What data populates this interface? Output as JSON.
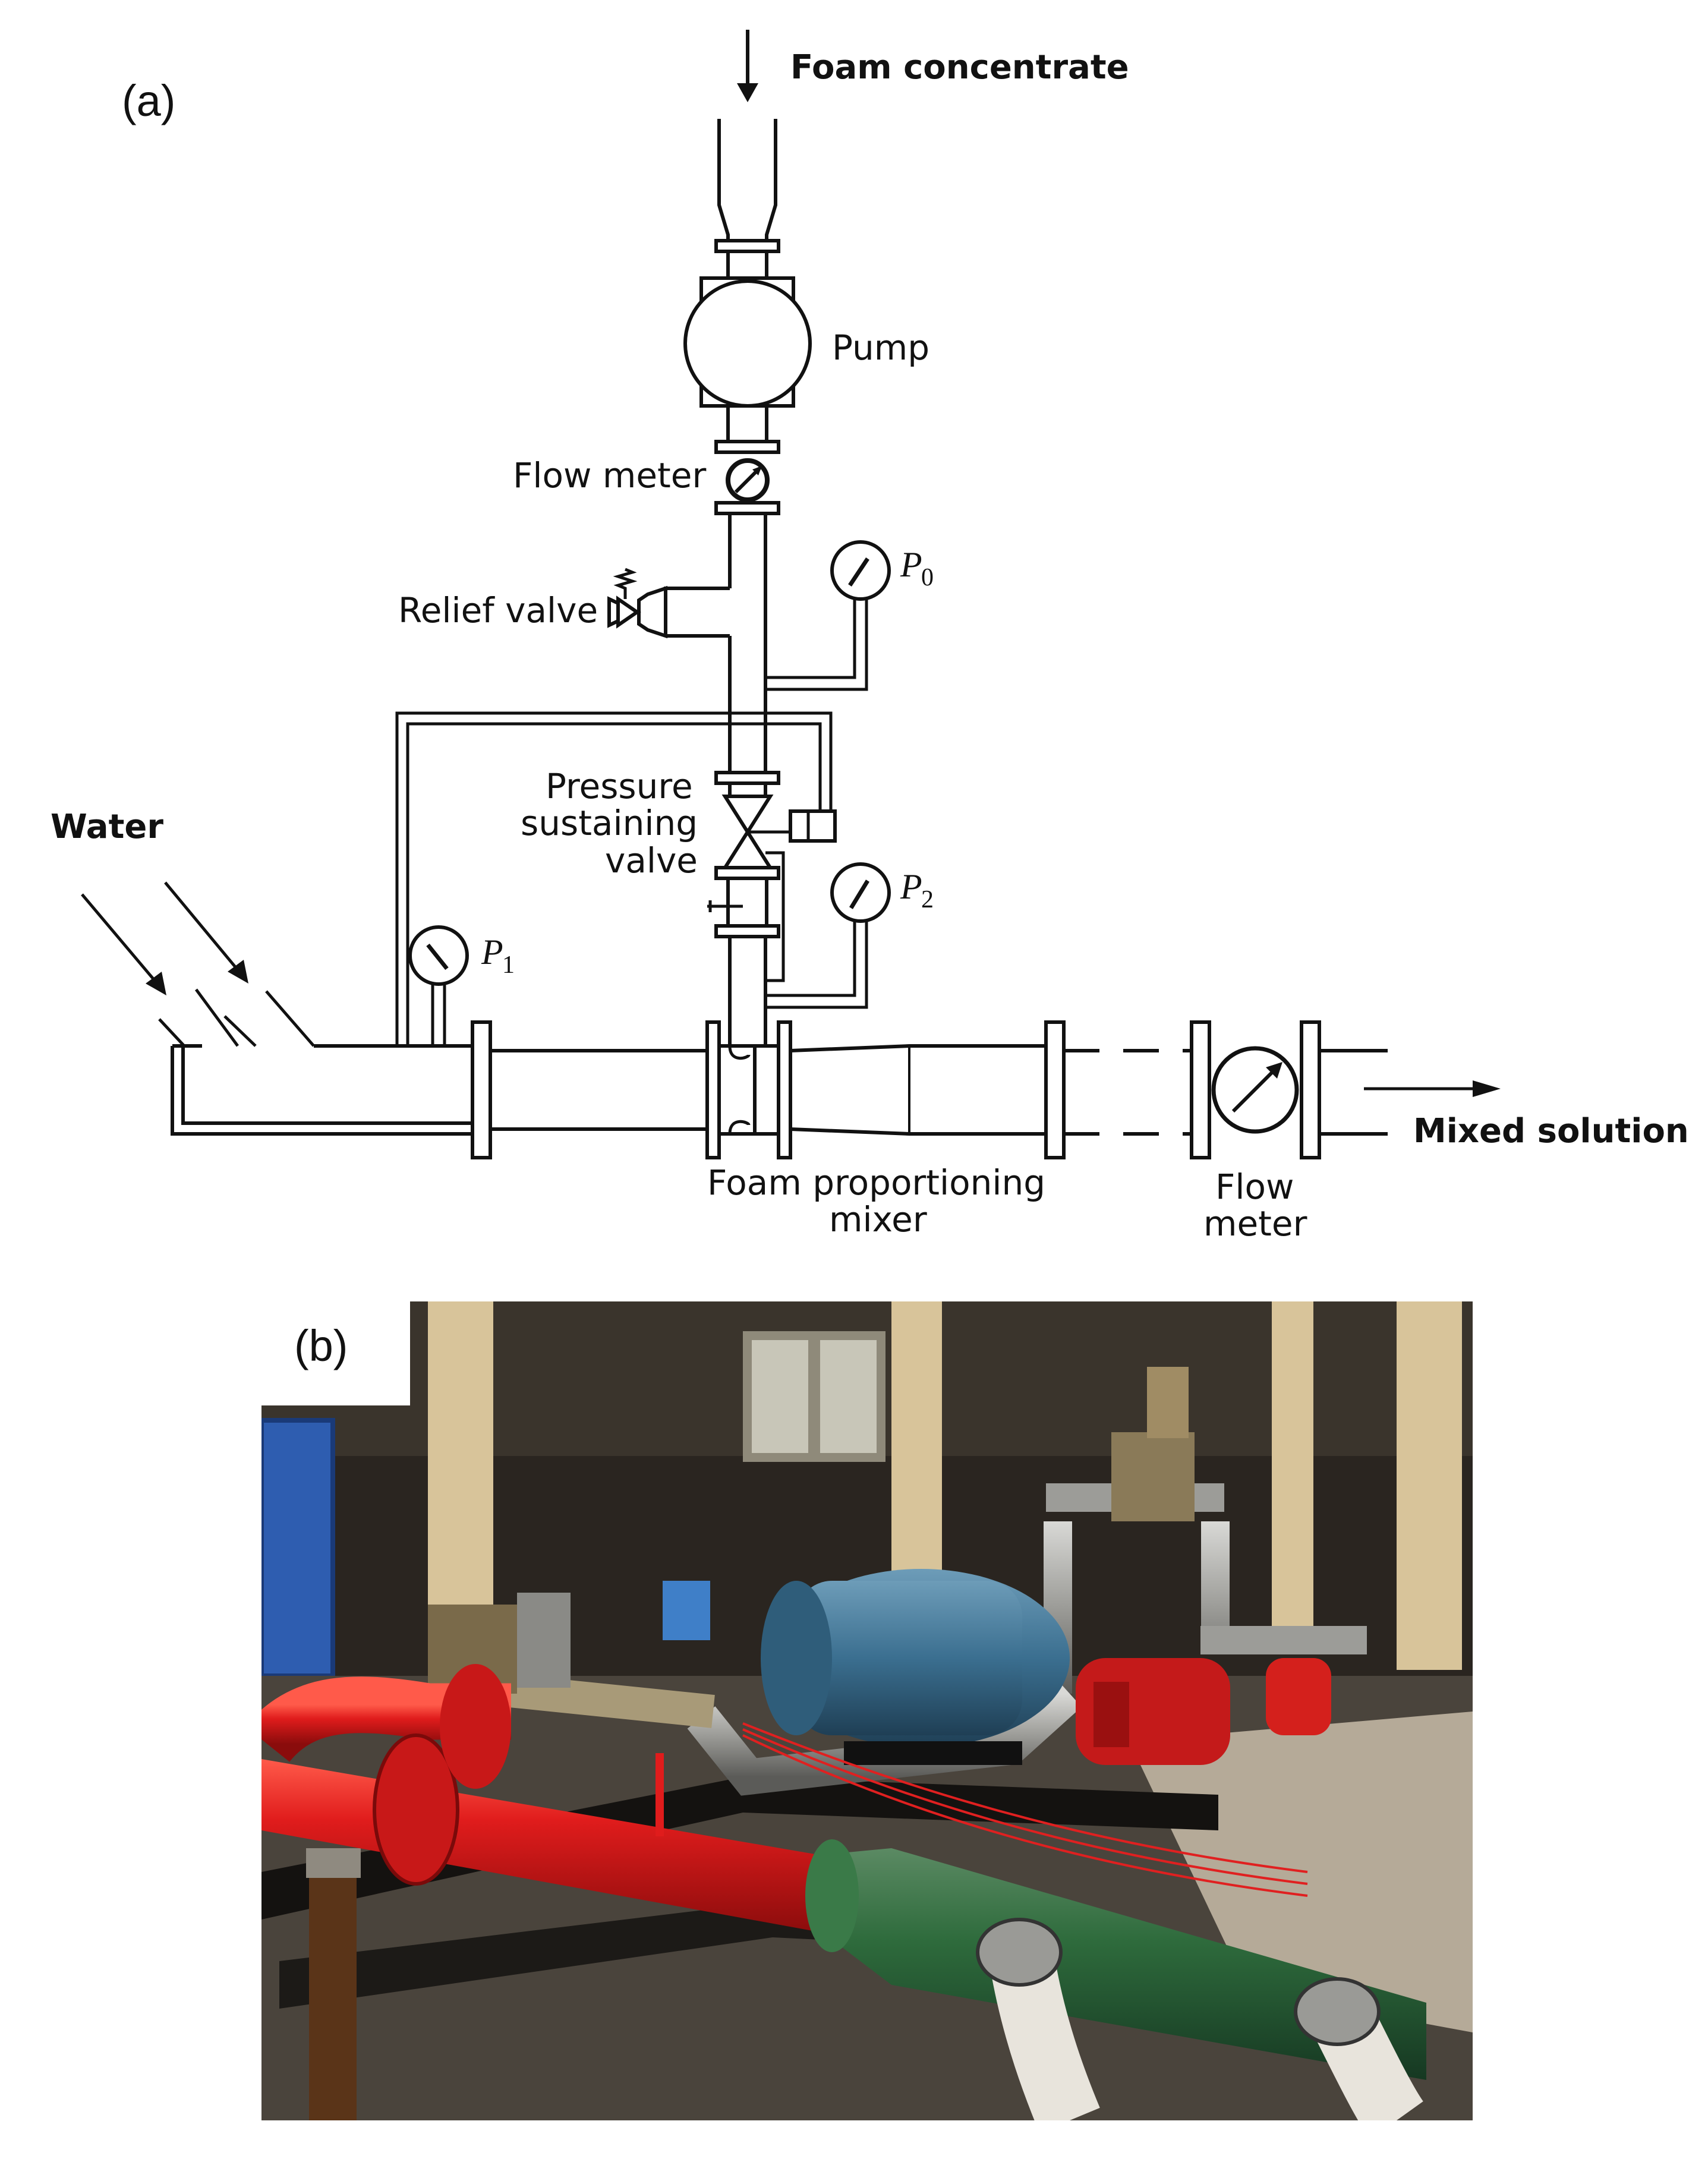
{
  "panel_a": {
    "label": "(a)",
    "labels": {
      "foam_concentrate": "Foam concentrate",
      "pump": "Pump",
      "flow_meter_top": "Flow meter",
      "relief_valve": "Relief valve",
      "p0": "P",
      "p0_sub": "0",
      "water": "Water",
      "pressure_line1": "Pressure",
      "pressure_line2": "sustaining",
      "pressure_line3": "valve",
      "p2": "P",
      "p2_sub": "2",
      "p1": "P",
      "p1_sub": "1",
      "mixed_solution": "Mixed solution",
      "mixer_line1": "Foam proportioning",
      "mixer_line2": "mixer",
      "flow_meter_bottom_line1": "Flow",
      "flow_meter_bottom_line2": "meter"
    }
  },
  "panel_b": {
    "label": "(b)",
    "colors": {
      "pipe_red": "#e01c1c",
      "mixer_green": "#2e6b3c",
      "motor_blue": "#3b6f90",
      "background_dark": "#2a2520",
      "column_beige": "#d8c49a"
    }
  }
}
